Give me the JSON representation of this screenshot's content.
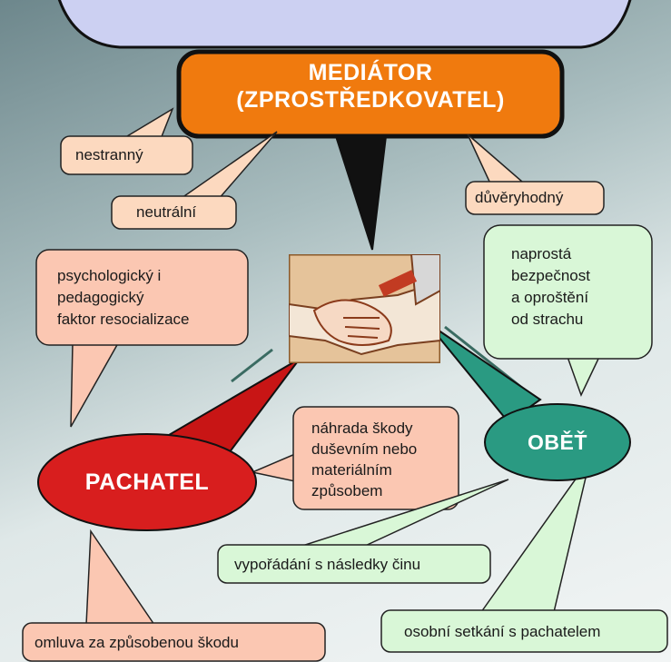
{
  "mediator": {
    "line1": "MEDIÁTOR",
    "line2": "(ZPROSTŘEDKOVATEL)"
  },
  "pachatel": "PACHATEL",
  "obet": "OBĚŤ",
  "labels": {
    "nestranny": "nestranný",
    "neutralni": "neutrální",
    "duveryhodny": "důvěryhodný",
    "psych": [
      "psychologický i",
      "pedagogický",
      "faktor resocializace"
    ],
    "bezpecnost": [
      "naprostá",
      "bezpečnost",
      "a oproštění",
      "od strachu"
    ],
    "nahrada": [
      "náhrada škody",
      "duševním nebo",
      "materiálním",
      "způsobem"
    ],
    "vyporadani": "vypořádání s následky činu",
    "omluva": "omluva za způsobenou škodu",
    "setkani": "osobní setkání s pachatelem"
  },
  "colors": {
    "mediator_fill": "#f07a0e",
    "pachatel_fill": "#d81e1e",
    "obet_fill": "#2a9a82",
    "peach_fill": "#fcd9bf",
    "salmon_fill": "#fbc7b2",
    "mint_fill": "#d9f7d7",
    "top_bubble_fill": "#ccd0f2"
  },
  "image": {
    "semantic": "handshake-picture"
  }
}
